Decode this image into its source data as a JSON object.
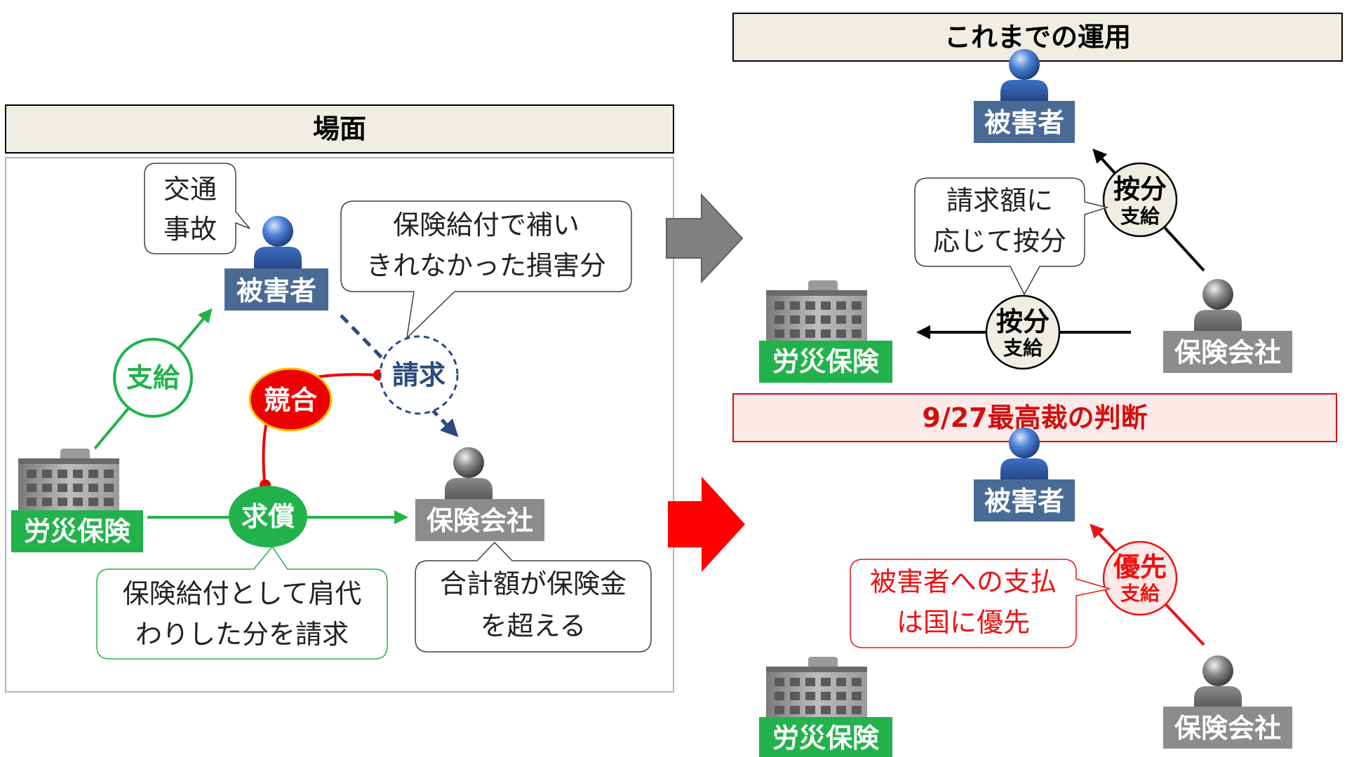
{
  "scene": {
    "title": "場面",
    "traffic_accident_line1": "交通",
    "traffic_accident_line2": "事故",
    "victim": "被害者",
    "workers_comp": "労災保険",
    "insurer": "保険会社",
    "payment": "支給",
    "conflict": "競合",
    "request": "請求",
    "reimbursement": "求償",
    "uncovered_line1": "保険給付で補い",
    "uncovered_line2": "きれなかった損害分",
    "subrogation_line1": "保険給付として肩代",
    "subrogation_line2": "わりした分を請求",
    "exceeds_line1": "合計額が保険金",
    "exceeds_line2": "を超える"
  },
  "previous": {
    "title": "これまでの運用",
    "victim": "被害者",
    "workers_comp": "労災保険",
    "insurer": "保険会社",
    "pro_rata": "按分",
    "payment": "支給",
    "bubble_line1": "請求額に",
    "bubble_line2": "応じて按分"
  },
  "ruling": {
    "title": "9/27最高裁の判断",
    "victim": "被害者",
    "workers_comp": "労災保険",
    "insurer": "保険会社",
    "priority": "優先",
    "payment": "支給",
    "bubble_line1": "被害者への支払",
    "bubble_line2": "は国に優先"
  },
  "colors": {
    "victim_blue": "#4a6a96",
    "comp_green": "#22b24c",
    "insurer_gray": "#8c8c8c",
    "conflict_red": "#ee0000",
    "request_navy": "#2b4a7e",
    "header_fill": "#f0eee2",
    "ruling_fill": "#fde9e7",
    "ruling_red": "#d01010"
  },
  "icons": [
    "person-icon",
    "building-icon",
    "arrow-right-icon"
  ]
}
